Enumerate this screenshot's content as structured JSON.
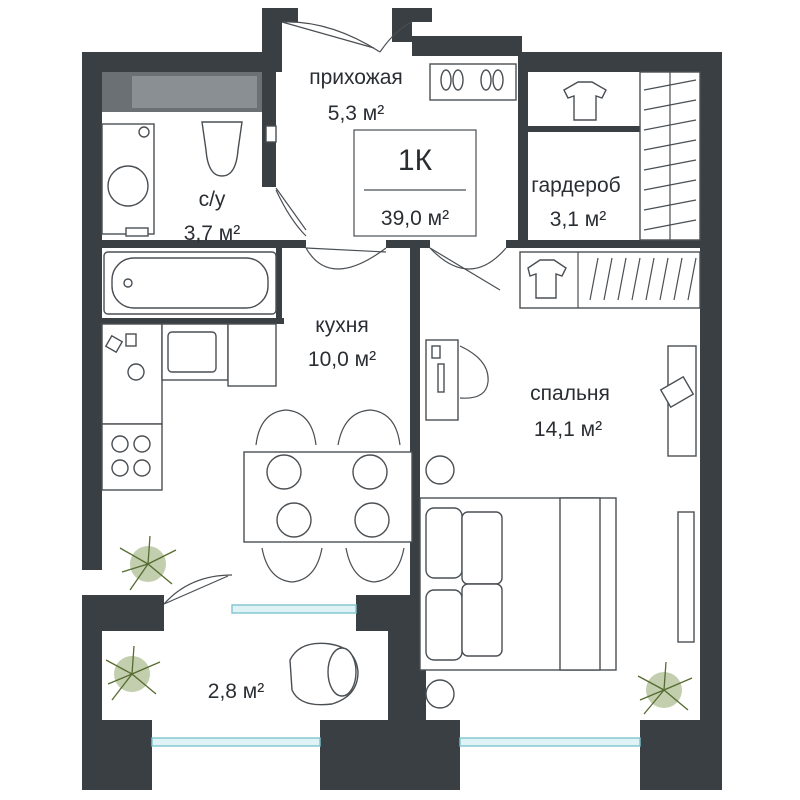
{
  "apartment": {
    "type": "1К",
    "total_area": "39,0 м²"
  },
  "rooms": {
    "hallway": {
      "name": "прихожая",
      "area": "5,3 м²"
    },
    "bathroom": {
      "name": "с/у",
      "area": "3,7 м²"
    },
    "wardrobe": {
      "name": "гардероб",
      "area": "3,1 м²"
    },
    "kitchen": {
      "name": "кухня",
      "area": "10,0 м²"
    },
    "bedroom": {
      "name": "спальня",
      "area": "14,1 м²"
    },
    "balcony": {
      "area": "2,8 м²"
    }
  },
  "colors": {
    "wall": "#3a3f44",
    "window": "#7fc4cf",
    "window_fill": "#dff2f5",
    "plant": "#556b2f"
  }
}
